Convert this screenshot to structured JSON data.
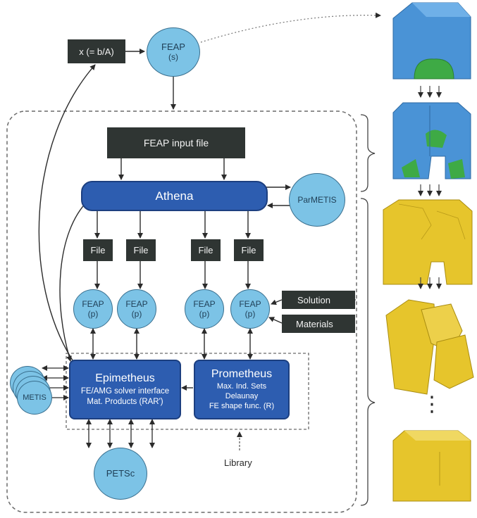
{
  "colors": {
    "dark_box": "#2f3533",
    "node_blue": "#7cc3e6",
    "module_blue": "#2d5db0",
    "mesh_blue": "#4a93d6",
    "mesh_green": "#3eaa45",
    "mesh_yellow": "#e6c52c"
  },
  "nodes": {
    "x_box": "x (= b/A)",
    "feap_serial": {
      "title": "FEAP",
      "sub": "(s)"
    },
    "feap_input": "FEAP input file",
    "athena": "Athena",
    "parmetis": "ParMETIS",
    "files": [
      "File",
      "File",
      "File",
      "File"
    ],
    "feap_parallel": [
      {
        "title": "FEAP",
        "sub": "(p)"
      },
      {
        "title": "FEAP",
        "sub": "(p)"
      },
      {
        "title": "FEAP",
        "sub": "(p)"
      },
      {
        "title": "FEAP",
        "sub": "(p)"
      }
    ],
    "solution": "Solution",
    "materials": "Materials",
    "epimetheus": {
      "title": "Epimetheus",
      "lines": [
        "FE/AMG solver interface",
        "Mat. Products (RAR')"
      ]
    },
    "prometheus": {
      "title": "Prometheus",
      "lines": [
        "Max. Ind. Sets",
        "Delaunay",
        "FE shape func. (R)"
      ]
    },
    "metis": "METIS",
    "petsc": "PETSc",
    "library": "Library"
  },
  "mesh_ellipsis": "⋮"
}
